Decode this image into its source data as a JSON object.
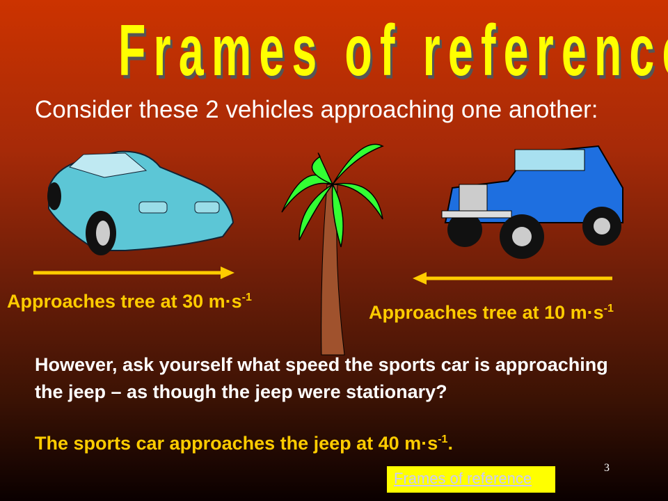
{
  "slide": {
    "title": "Frames of reference",
    "subtitle": "Consider these 2 vehicles approaching one another:",
    "car_label": "Approaches tree at 30 m·s",
    "car_label_exp": "-1",
    "jeep_label": "Approaches tree at 10 m·s",
    "jeep_label_exp": "-1",
    "question": "However, ask yourself what speed the sports car is approaching the jeep – as though the jeep were stationary?",
    "answer": "The sports car approaches the jeep at 40 m·s",
    "answer_exp": "-1",
    "answer_end": ".",
    "page_number": "3",
    "link_text": "Frames of reference"
  },
  "colors": {
    "title": "#ffff00",
    "label": "#ffcc00",
    "arrow": "#ffcc00",
    "link_bg": "#ffff00"
  }
}
